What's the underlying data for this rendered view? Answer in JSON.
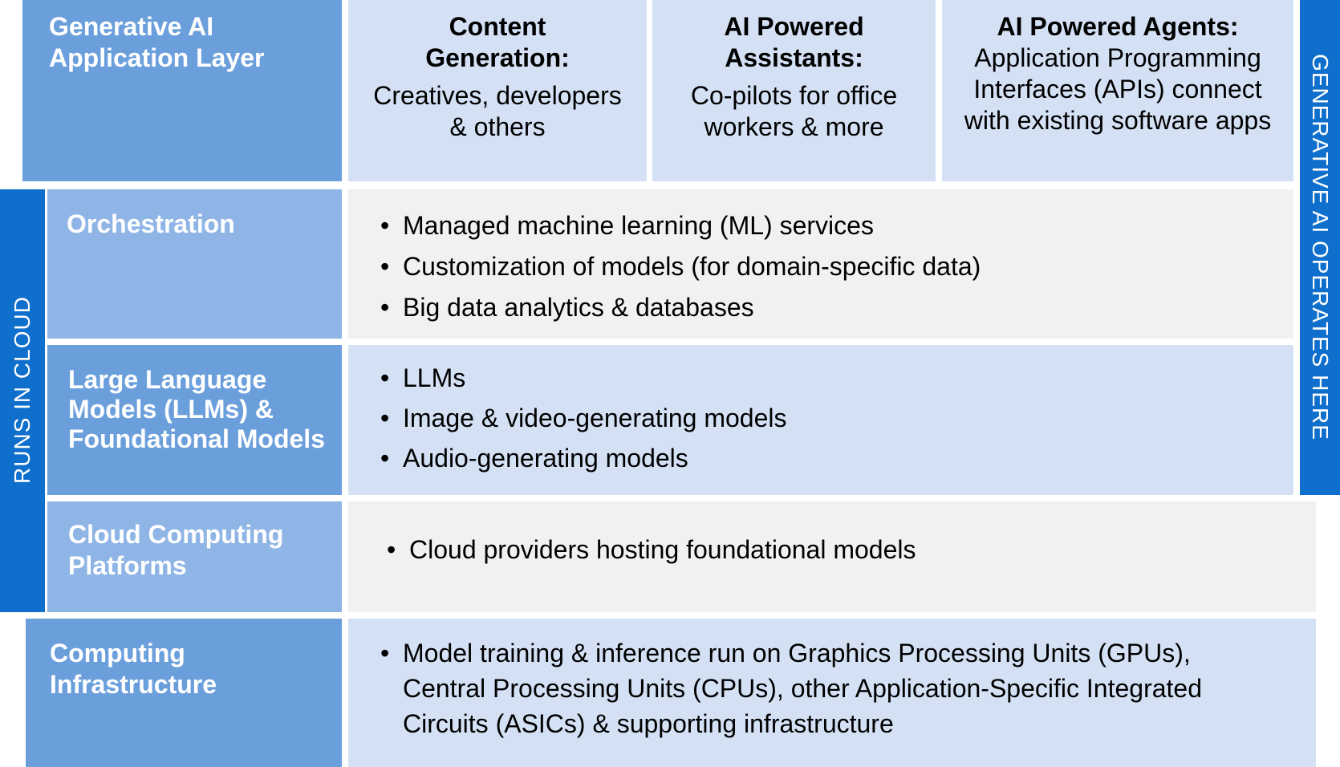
{
  "application_layer": {
    "label": "Generative AI Application Layer",
    "cells": [
      {
        "title": "Content Generation:",
        "desc": "Creatives, developers & others"
      },
      {
        "title": "AI Powered Assistants:",
        "desc": "Co-pilots for office workers & more"
      },
      {
        "title": "AI Powered Agents:",
        "desc": "Application Programming Interfaces (APIs) connect with existing software apps"
      }
    ]
  },
  "orchestration": {
    "label": "Orchestration",
    "items": [
      "Managed machine learning (ML) services",
      "Customization of models (for domain-specific data)",
      "Big data analytics & databases"
    ]
  },
  "models": {
    "label": "Large Language Models (LLMs) & Foundational Models",
    "items": [
      "LLMs",
      "Image & video-generating models",
      "Audio-generating models"
    ]
  },
  "cloud_platforms": {
    "label": "Cloud Computing Platforms",
    "items": [
      "Cloud providers hosting foundational models"
    ]
  },
  "infrastructure": {
    "label": "Computing Infrastructure",
    "items": [
      "Model training & inference run on Graphics Processing Units (GPUs), Central Processing Units (CPUs), other Application-Specific Integrated Circuits (ASICs) & supporting infrastructure"
    ]
  },
  "bands": {
    "cloud": "RUNS IN CLOUD",
    "operates": "GENERATIVE AI OPERATES HERE"
  },
  "colors": {
    "band": "#0f6fcc",
    "label_dark": "#6b9fdc",
    "label_mid": "#8fb5e6",
    "cell_light": "#d4e1f5",
    "cell_grey": "#f1f1f1"
  }
}
